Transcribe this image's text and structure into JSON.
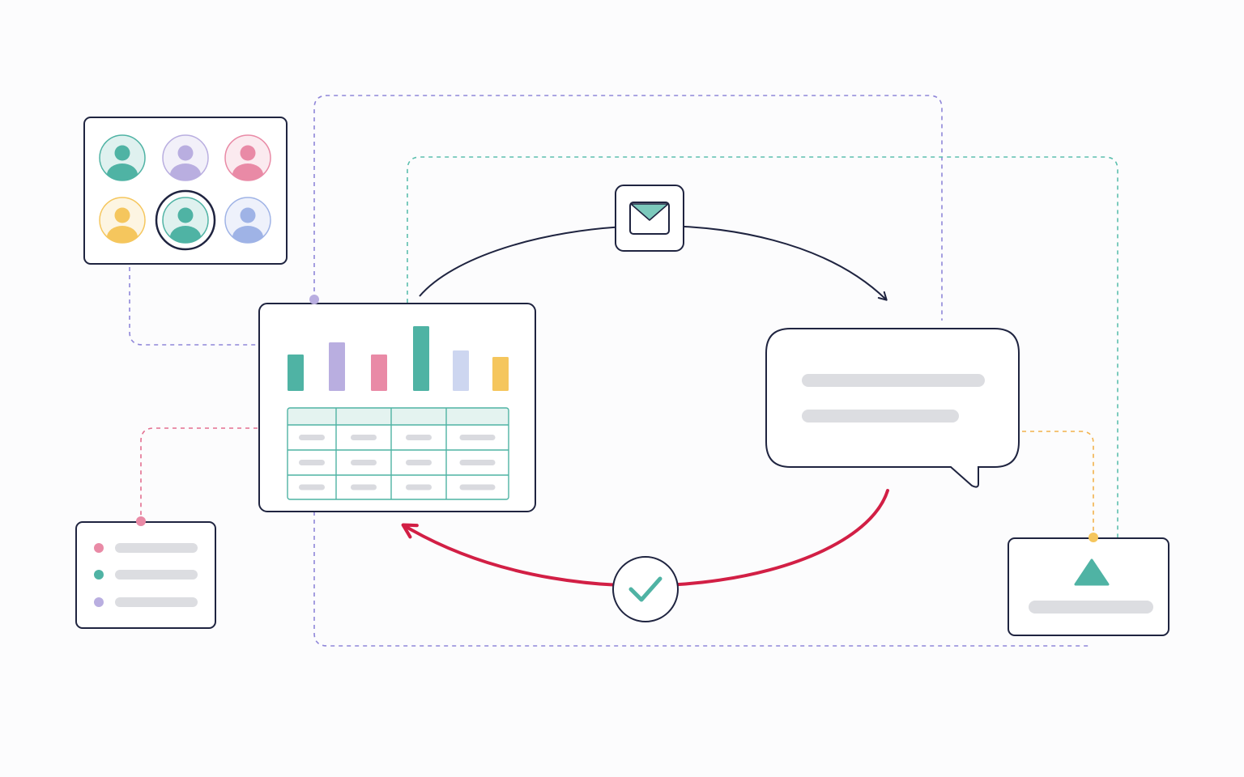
{
  "colors": {
    "ink": "#1f2440",
    "teal": "#4fb3a4",
    "lavender": "#b9aee0",
    "pink": "#e98aa6",
    "yellow": "#f5c65d",
    "periwinkle": "#cdd6f0",
    "red": "#d21f45",
    "purple_dash": "#8f86d9",
    "teal_dash": "#5cbfae",
    "pink_dash": "#e36f90",
    "orange_dash": "#f2b24c",
    "placeholder": "#dcdde1"
  },
  "icons": {
    "email": "envelope-icon",
    "check": "checkmark-icon",
    "alert": "triangle-icon",
    "avatar": "person-icon"
  },
  "avatars": [
    {
      "color": "#4fb3a4",
      "selected": false
    },
    {
      "color": "#b9aee0",
      "selected": false
    },
    {
      "color": "#e98aa6",
      "selected": false
    },
    {
      "color": "#f5c65d",
      "selected": false
    },
    {
      "color": "#4fb3a4",
      "selected": true
    },
    {
      "color": "#9fb3e6",
      "selected": false
    }
  ],
  "dashboard": {
    "bars": [
      {
        "value": 0.45,
        "color": "#4fb3a4"
      },
      {
        "value": 0.6,
        "color": "#b9aee0"
      },
      {
        "value": 0.45,
        "color": "#e98aa6"
      },
      {
        "value": 0.8,
        "color": "#4fb3a4"
      },
      {
        "value": 0.5,
        "color": "#cdd6f0"
      },
      {
        "value": 0.42,
        "color": "#f5c65d"
      }
    ],
    "table": {
      "columns": 4,
      "rows": 3
    }
  },
  "list_items": [
    {
      "color": "#e98aa6"
    },
    {
      "color": "#4fb3a4"
    },
    {
      "color": "#b9aee0"
    }
  ]
}
